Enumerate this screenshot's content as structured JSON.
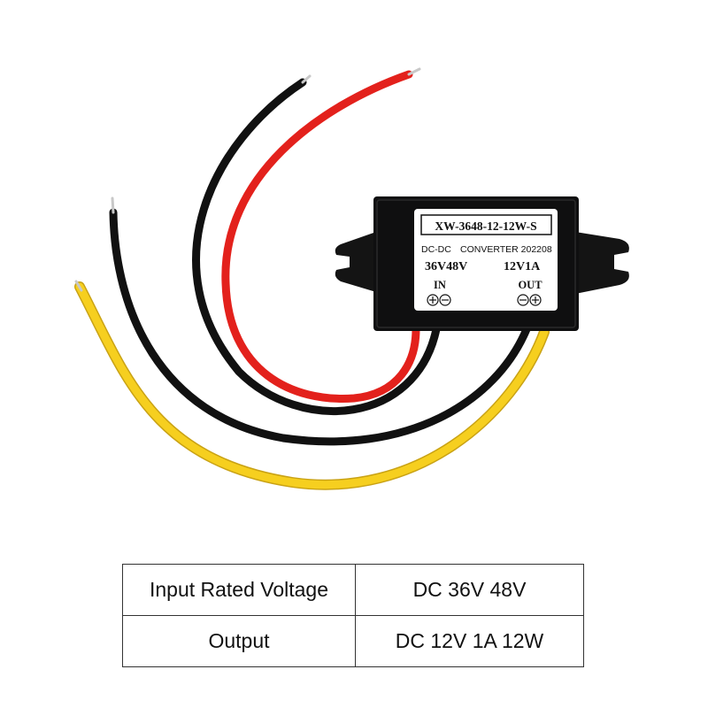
{
  "module": {
    "model": "XW-3648-12-12W-S",
    "type_left": "DC-DC",
    "type_right": "CONVERTER 202208",
    "input_voltage": "36V48V",
    "output_rating": "12V1A",
    "in_label": "IN",
    "out_label": "OUT"
  },
  "wire_colors": {
    "red": "#e3211c",
    "black": "#111111",
    "yellow": "#f6cf1f",
    "body": "#0f0f10"
  },
  "spec_table": {
    "rows": [
      {
        "label": "Input Rated Voltage",
        "value": "DC 36V 48V"
      },
      {
        "label": "Output",
        "value": "DC 12V 1A 12W"
      }
    ]
  }
}
